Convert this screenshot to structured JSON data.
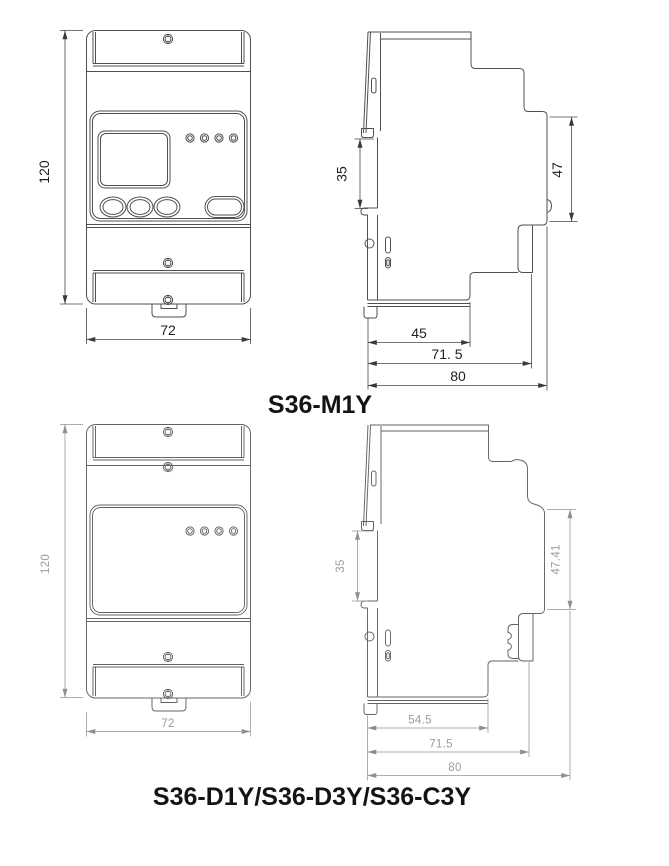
{
  "figures": [
    {
      "caption": "S36-M1Y",
      "front_view": {
        "height_dim": "120",
        "width_dim": "72"
      },
      "side_view": {
        "rail_slot_dim": "35",
        "body_height_dim": "47",
        "depth_dims": [
          "45",
          "71. 5",
          "80"
        ]
      }
    },
    {
      "caption": "S36-D1Y/S36-D3Y/S36-C3Y",
      "front_view": {
        "height_dim": "120",
        "width_dim": "72"
      },
      "side_view": {
        "rail_slot_dim": "35",
        "body_height_dim": "47.41",
        "depth_dims": [
          "54.5",
          "71.5",
          "80"
        ]
      }
    }
  ]
}
